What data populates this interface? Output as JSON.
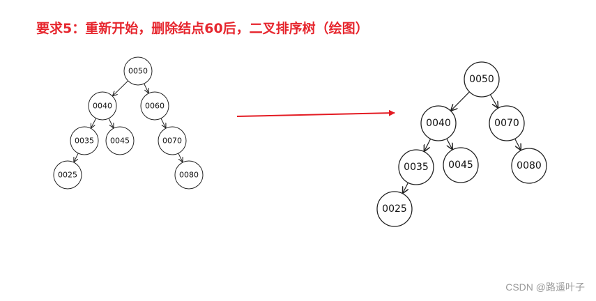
{
  "title": "要求5：重新开始，删除结点60后，二叉排序树（绘图）",
  "watermark": "CSDN @路遥叶子",
  "colors": {
    "title": "#e6262e",
    "arrow": "#e31b23",
    "node_stroke": "#222222"
  },
  "trees": [
    {
      "name": "before-tree",
      "nodes": [
        {
          "id": "n50",
          "label": "0050"
        },
        {
          "id": "n40",
          "label": "0040"
        },
        {
          "id": "n60",
          "label": "0060"
        },
        {
          "id": "n35",
          "label": "0035"
        },
        {
          "id": "n45",
          "label": "0045"
        },
        {
          "id": "n70",
          "label": "0070"
        },
        {
          "id": "n25",
          "label": "0025"
        },
        {
          "id": "n80",
          "label": "0080"
        }
      ],
      "edges": [
        [
          "n50",
          "n40"
        ],
        [
          "n50",
          "n60"
        ],
        [
          "n40",
          "n35"
        ],
        [
          "n40",
          "n45"
        ],
        [
          "n60",
          "n70"
        ],
        [
          "n35",
          "n25"
        ],
        [
          "n70",
          "n80"
        ]
      ]
    },
    {
      "name": "after-tree",
      "nodes": [
        {
          "id": "m50",
          "label": "0050"
        },
        {
          "id": "m40",
          "label": "0040"
        },
        {
          "id": "m70",
          "label": "0070"
        },
        {
          "id": "m35",
          "label": "0035"
        },
        {
          "id": "m45",
          "label": "0045"
        },
        {
          "id": "m80",
          "label": "0080"
        },
        {
          "id": "m25",
          "label": "0025"
        }
      ],
      "edges": [
        [
          "m50",
          "m40"
        ],
        [
          "m50",
          "m70"
        ],
        [
          "m40",
          "m35"
        ],
        [
          "m40",
          "m45"
        ],
        [
          "m70",
          "m80"
        ],
        [
          "m35",
          "m25"
        ]
      ]
    }
  ]
}
